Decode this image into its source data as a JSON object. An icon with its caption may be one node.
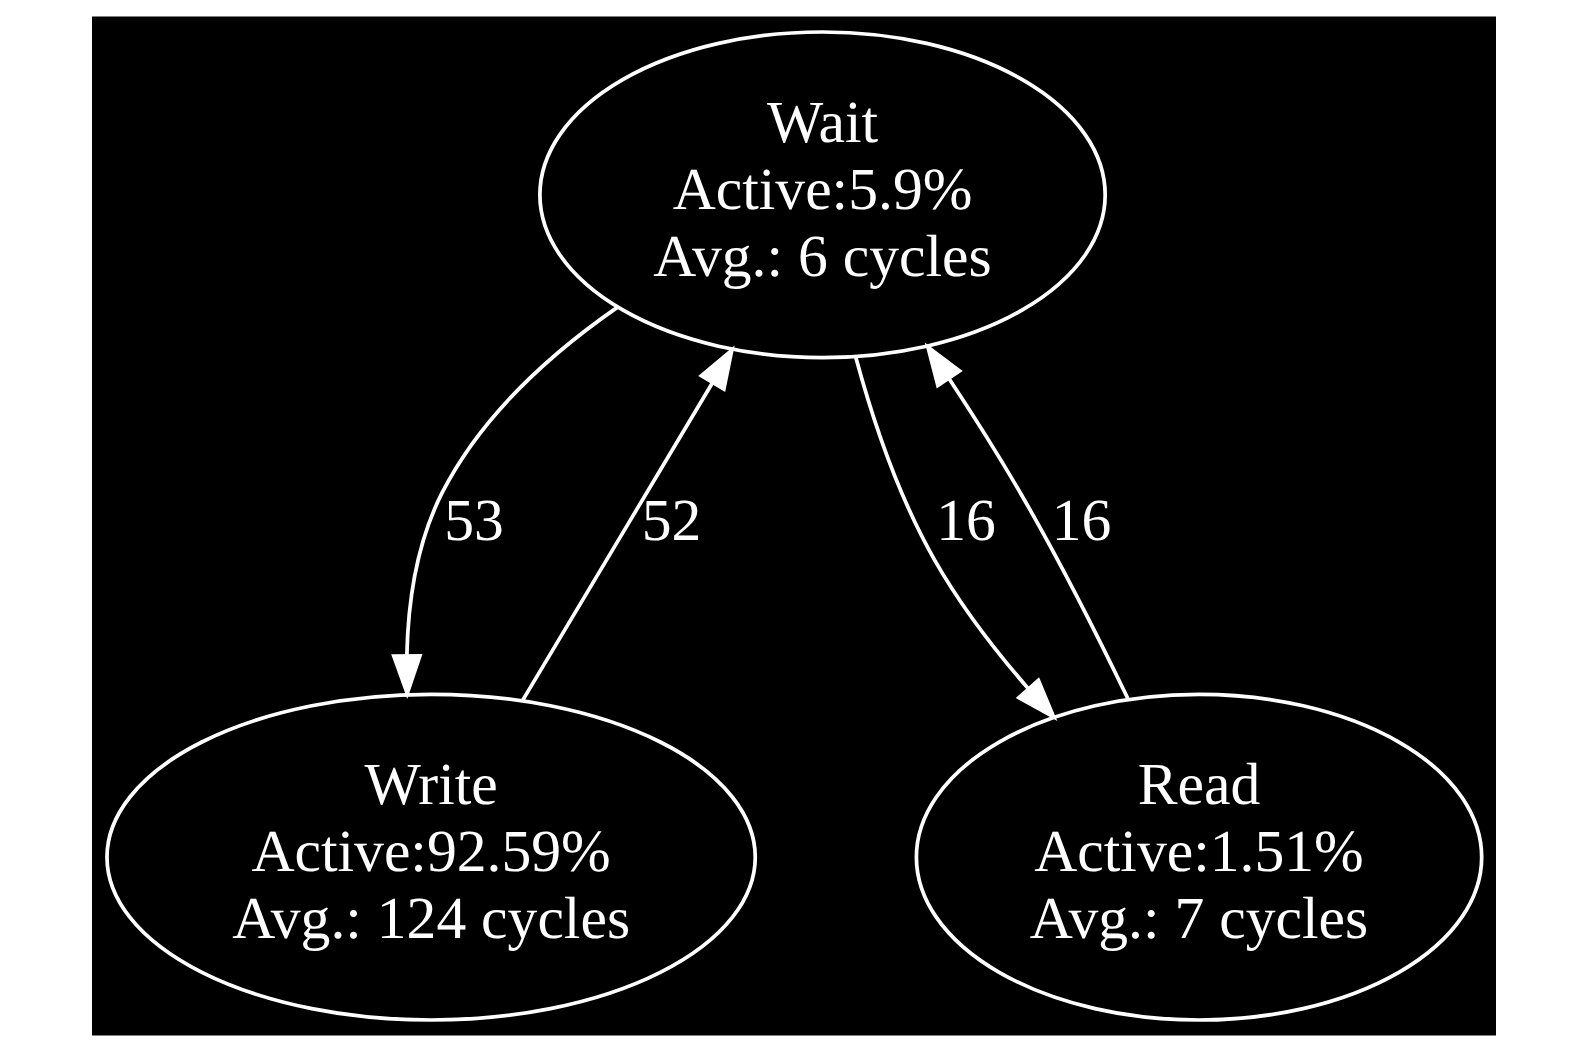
{
  "diagram": {
    "nodes": [
      {
        "text": [
          "Wait",
          "Active:5.9%",
          "Avg.: 6 cycles"
        ]
      },
      {
        "text": [
          "Write",
          "Active:92.59%",
          "Avg.: 124 cycles"
        ]
      },
      {
        "text": [
          "Read",
          "Active:1.51%",
          "Avg.: 7 cycles"
        ]
      }
    ],
    "edges": [
      {
        "from": 0,
        "to": 1,
        "arrow": "to",
        "label": "53"
      },
      {
        "from": 1,
        "to": 0,
        "arrow": "to",
        "label": "52"
      },
      {
        "from": 0,
        "to": 2,
        "arrow": "to",
        "label": "16"
      },
      {
        "from": 2,
        "to": 0,
        "arrow": "to",
        "label": "16"
      }
    ]
  }
}
